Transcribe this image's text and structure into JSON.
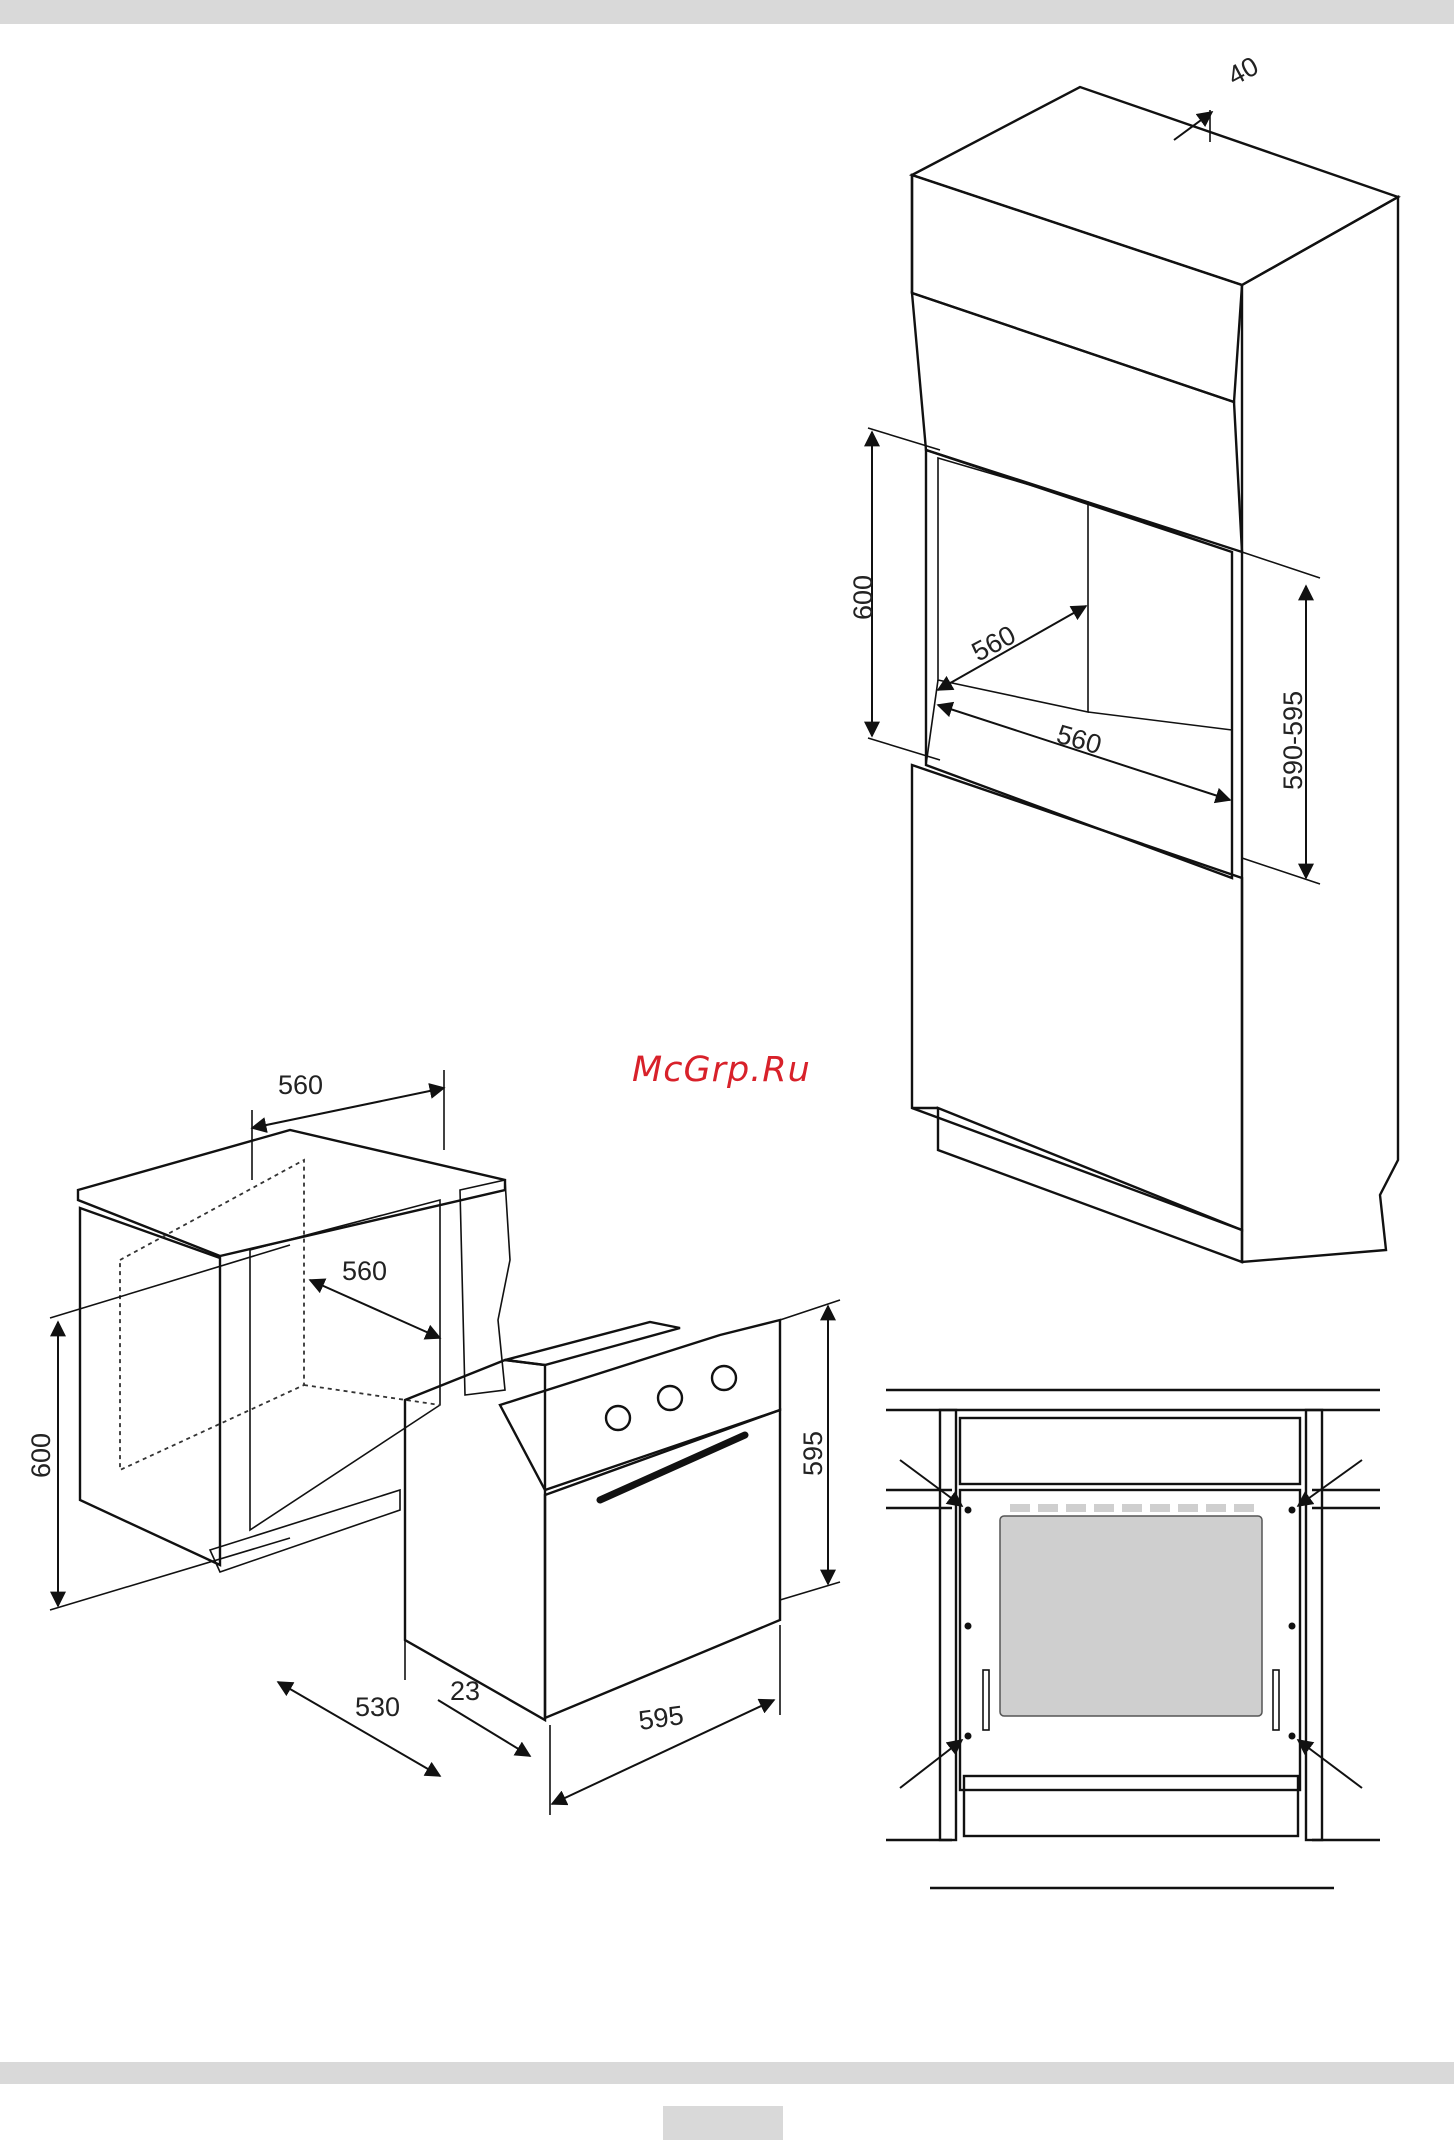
{
  "watermark": "McGrp.Ru",
  "tall_cabinet": {
    "dim_top_gap": "40",
    "dim_niche_height": "600",
    "dim_niche_depth": "560",
    "dim_niche_width": "560",
    "dim_oven_height_range": "590-595"
  },
  "undercounter": {
    "dim_cabinet_width": "560",
    "dim_cabinet_depth": "560",
    "dim_cabinet_height": "600",
    "dim_oven_height": "595",
    "dim_oven_depth": "530",
    "dim_front_thickness": "23",
    "dim_oven_width": "595"
  },
  "colors": {
    "line": "#111111",
    "shade": "#c9c9c9",
    "band": "#d9d9d9",
    "watermark": "#d8212a"
  }
}
